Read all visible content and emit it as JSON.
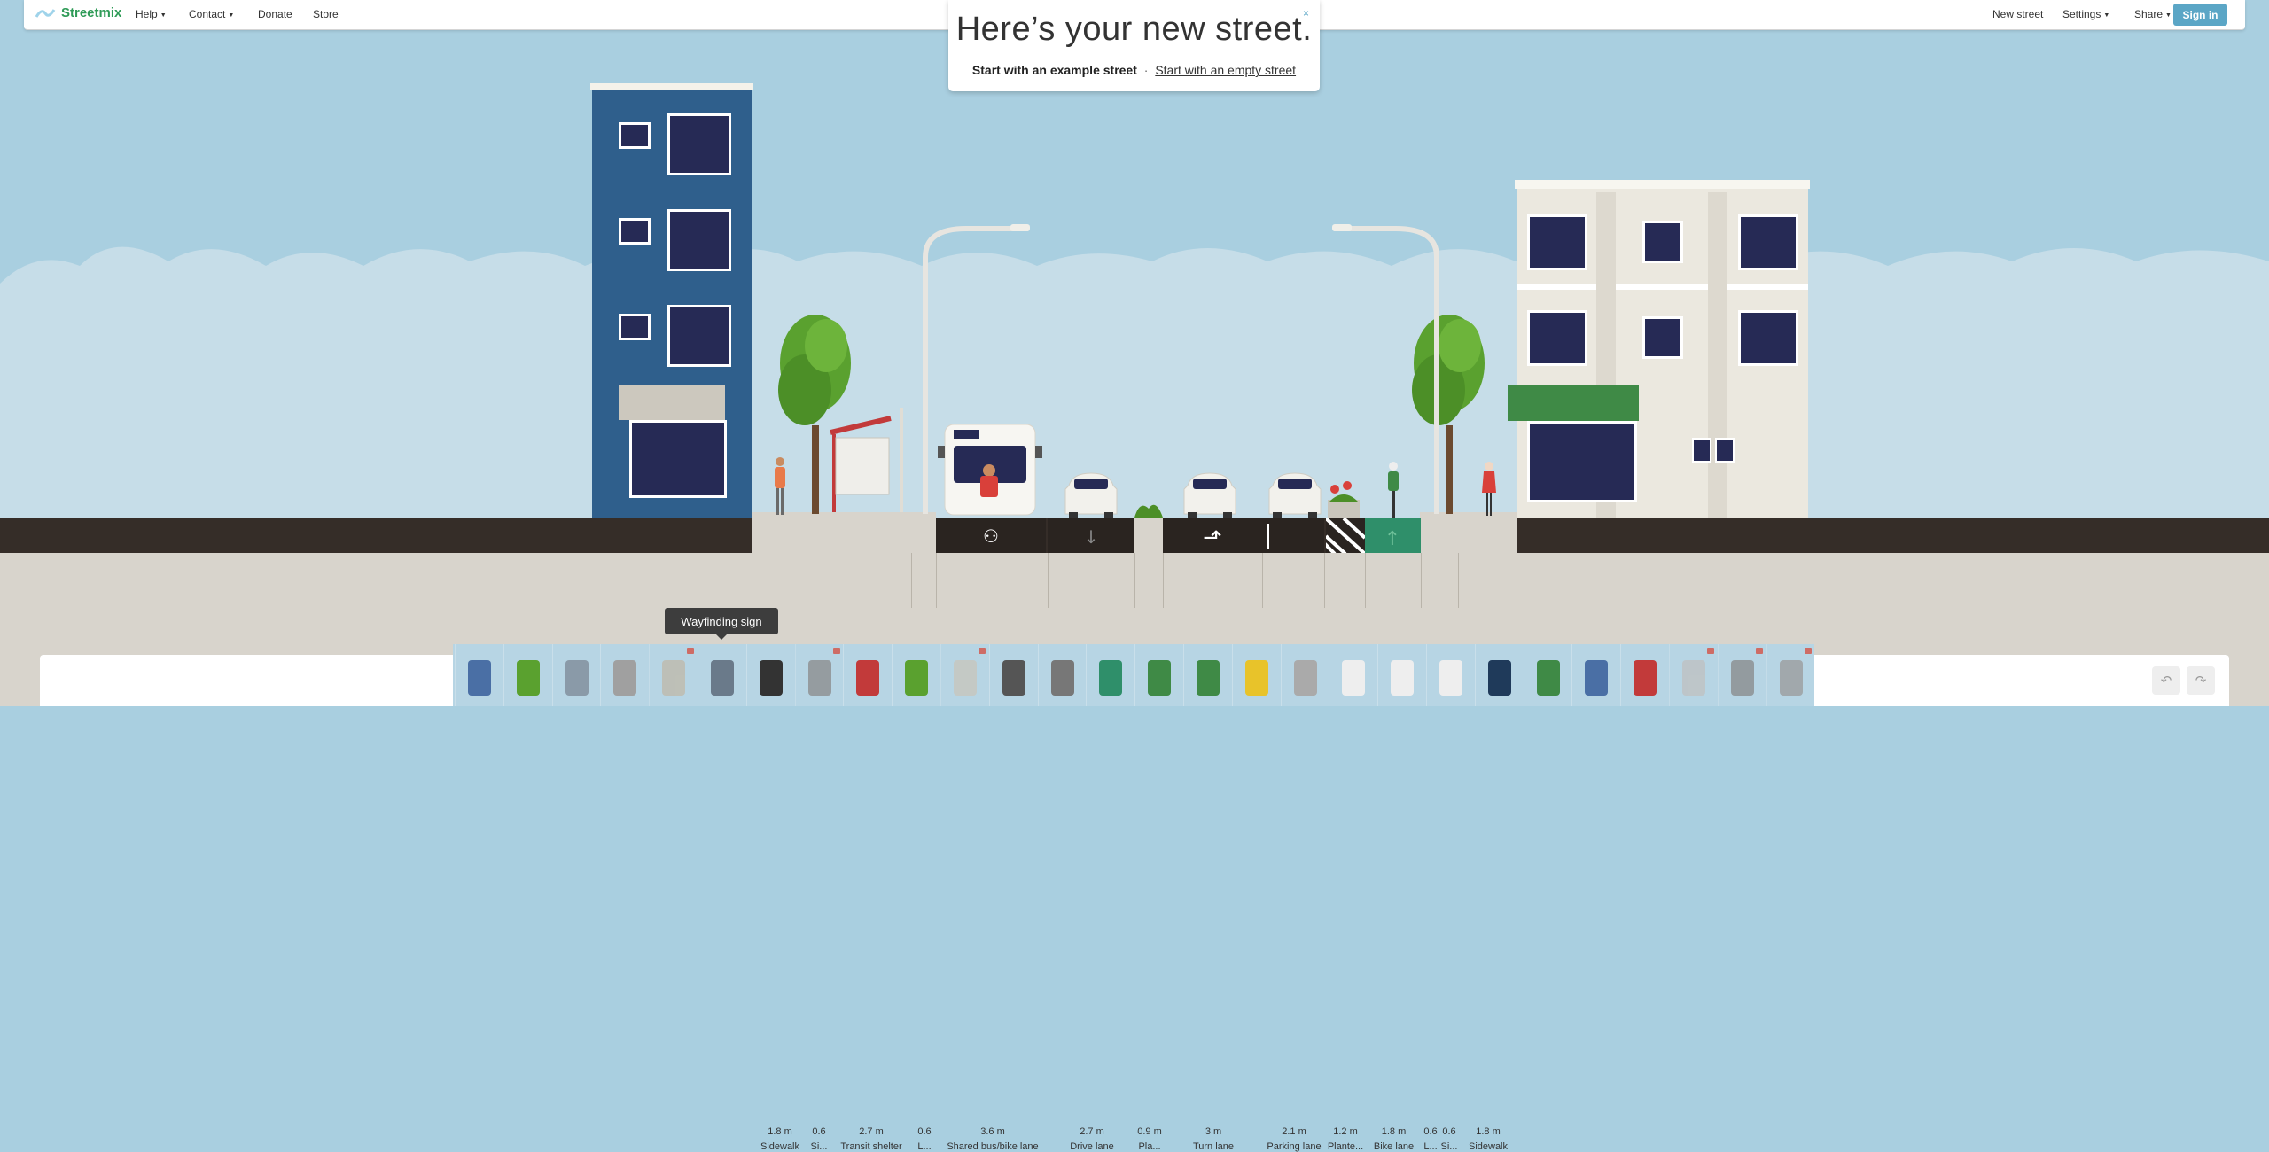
{
  "app": {
    "name": "Streetmix"
  },
  "nav": {
    "help": "Help",
    "contact": "Contact",
    "donate": "Donate",
    "store": "Store",
    "new_street": "New street",
    "settings": "Settings",
    "share": "Share",
    "sign_in": "Sign in"
  },
  "welcome": {
    "title": "Here’s your new street.",
    "example": "Start with an example street",
    "separator": "·",
    "empty": "Start with an empty street",
    "close": "×"
  },
  "segments": [
    {
      "width": "1.8 m",
      "name": "Sidewalk"
    },
    {
      "width": "0.6",
      "name": "Si..."
    },
    {
      "width": "2.7 m",
      "name": "Transit shelter"
    },
    {
      "width": "0.6",
      "name": "L..."
    },
    {
      "width": "3.6 m",
      "name": "Shared bus/bike lane"
    },
    {
      "width": "2.7 m",
      "name": "Drive lane"
    },
    {
      "width": "0.9 m",
      "name": "Pla..."
    },
    {
      "width": "3 m",
      "name": "Turn lane"
    },
    {
      "width": "2.1 m",
      "name": "Parking lane"
    },
    {
      "width": "1.2 m",
      "name": "Plante..."
    },
    {
      "width": "1.8 m",
      "name": "Bike lane"
    },
    {
      "width": "0.6",
      "name": "L..."
    },
    {
      "width": "0.6",
      "name": "Si..."
    },
    {
      "width": "1.8 m",
      "name": "Sidewalk"
    }
  ],
  "tooltip": "Wayfinding sign",
  "palette": {
    "items": [
      "sidewalk-people",
      "tree",
      "bike-rack",
      "bench",
      "outdoor-dining",
      "wayfinding-sign",
      "street-lamp",
      "utility-pole",
      "planter-box",
      "parklet",
      "traffic-cone",
      "scooter-rider",
      "scooter",
      "bike-lane",
      "bikeshare",
      "food-truck",
      "taxi",
      "flex-zone-curb",
      "parking",
      "drive-lane",
      "turn-lane",
      "bus-lane",
      "streetcar",
      "light-rail",
      "brt-station",
      "transit-shelter",
      "train",
      "utilities"
    ],
    "locked": [
      "outdoor-dining",
      "utility-pole",
      "traffic-cone",
      "transit-shelter",
      "train",
      "utilities"
    ]
  },
  "colors": {
    "brand": "#2f9b57",
    "accent": "#5ba6c6",
    "sky": "#a9cfe0",
    "asphalt": "#352d28",
    "sidewalk": "#d8d4cc",
    "bike_lane": "#2f8f6a"
  }
}
